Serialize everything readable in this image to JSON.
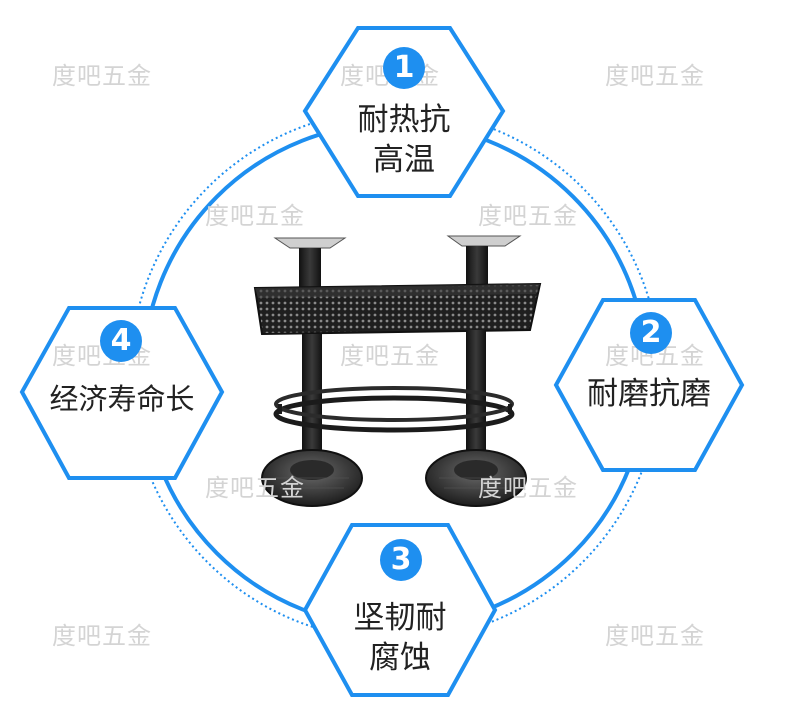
{
  "watermark_text": "度吧五金",
  "features": [
    {
      "number": "1",
      "line1": "耐热抗",
      "line2": "高温"
    },
    {
      "number": "2",
      "line1": "耐磨抗磨",
      "line2": ""
    },
    {
      "number": "3",
      "line1": "坚韧耐",
      "line2": "腐蚀"
    },
    {
      "number": "4",
      "line1": "经济寿命长",
      "line2": ""
    }
  ],
  "colors": {
    "accent": "#1e8ff0",
    "ring": "#1e8ff0",
    "text": "#222222",
    "watermark": "#d4d4d4",
    "product": "#2a2a2a"
  },
  "product_image": "metal-bar-table-base-icon"
}
